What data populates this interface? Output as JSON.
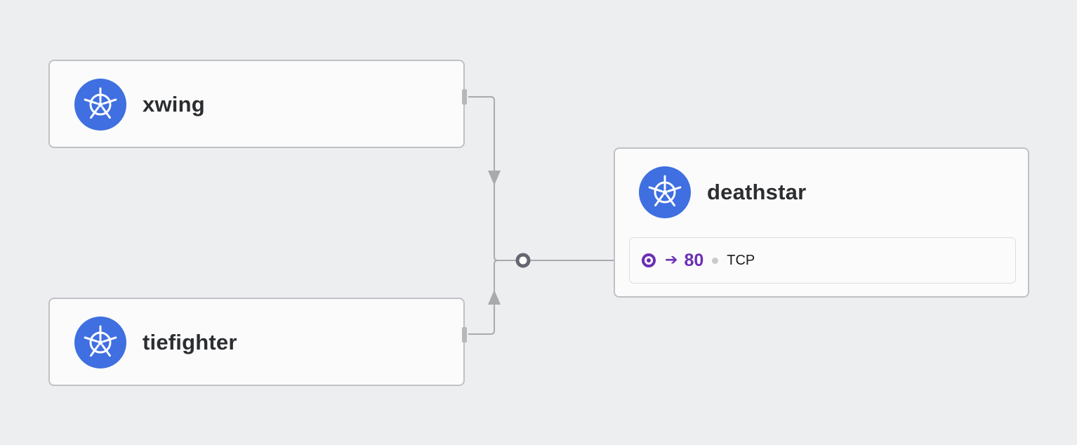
{
  "nodes": {
    "xwing": {
      "name": "xwing",
      "icon": "kubernetes-helm-icon"
    },
    "tiefighter": {
      "name": "tiefighter",
      "icon": "kubernetes-helm-icon"
    },
    "deathstar": {
      "name": "deathstar",
      "icon": "kubernetes-helm-icon",
      "port": {
        "arrow": "➔",
        "number": "80",
        "protocol": "TCP"
      }
    }
  },
  "edges": [
    {
      "from": "xwing",
      "to": "deathstar",
      "port": "80"
    },
    {
      "from": "tiefighter",
      "to": "deathstar",
      "port": "80"
    }
  ],
  "colors": {
    "background": "#edeef0",
    "icon_blue": "#3f6fe0",
    "port_purple": "#6a2fb5",
    "edge_gray": "#a8aaae"
  }
}
